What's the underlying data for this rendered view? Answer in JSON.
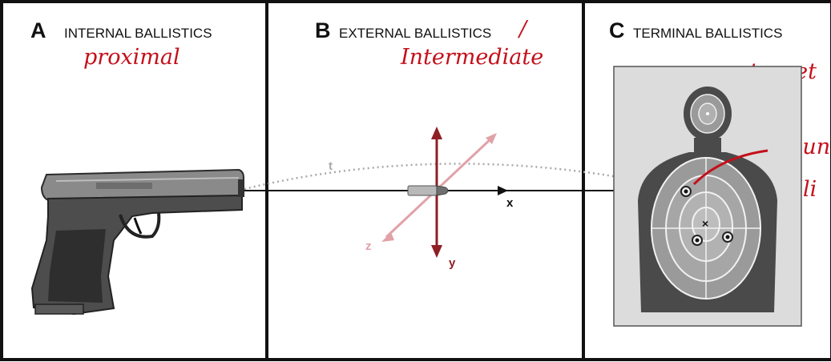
{
  "colors": {
    "frame": "#111111",
    "annotation_red": "#c4101a",
    "y_axis": "#8e1f24",
    "z_axis": "#e0a2a8",
    "trajectory": "#a9a9a9",
    "target_bg": "#dcdcdc",
    "target_silhouette": "#4a4a4a"
  },
  "panels": [
    {
      "letter": "A",
      "caption": "INTERNAL BALLISTICS",
      "note": "proximal"
    },
    {
      "letter": "B",
      "caption": "EXTERNAL BALLISTICS",
      "note": "Intermediate"
    },
    {
      "letter": "C",
      "caption": "TERMINAL BALLISTICS",
      "note": "target"
    }
  ],
  "panel_b_note_slash": "/",
  "axes": {
    "t": "t",
    "x": "x",
    "y": "y",
    "z": "z"
  },
  "target_center_mark": "×",
  "side_note_lines": [
    "woun",
    "balli"
  ],
  "icons": [
    "pistol-icon",
    "bullet-icon",
    "silhouette-target-icon"
  ]
}
